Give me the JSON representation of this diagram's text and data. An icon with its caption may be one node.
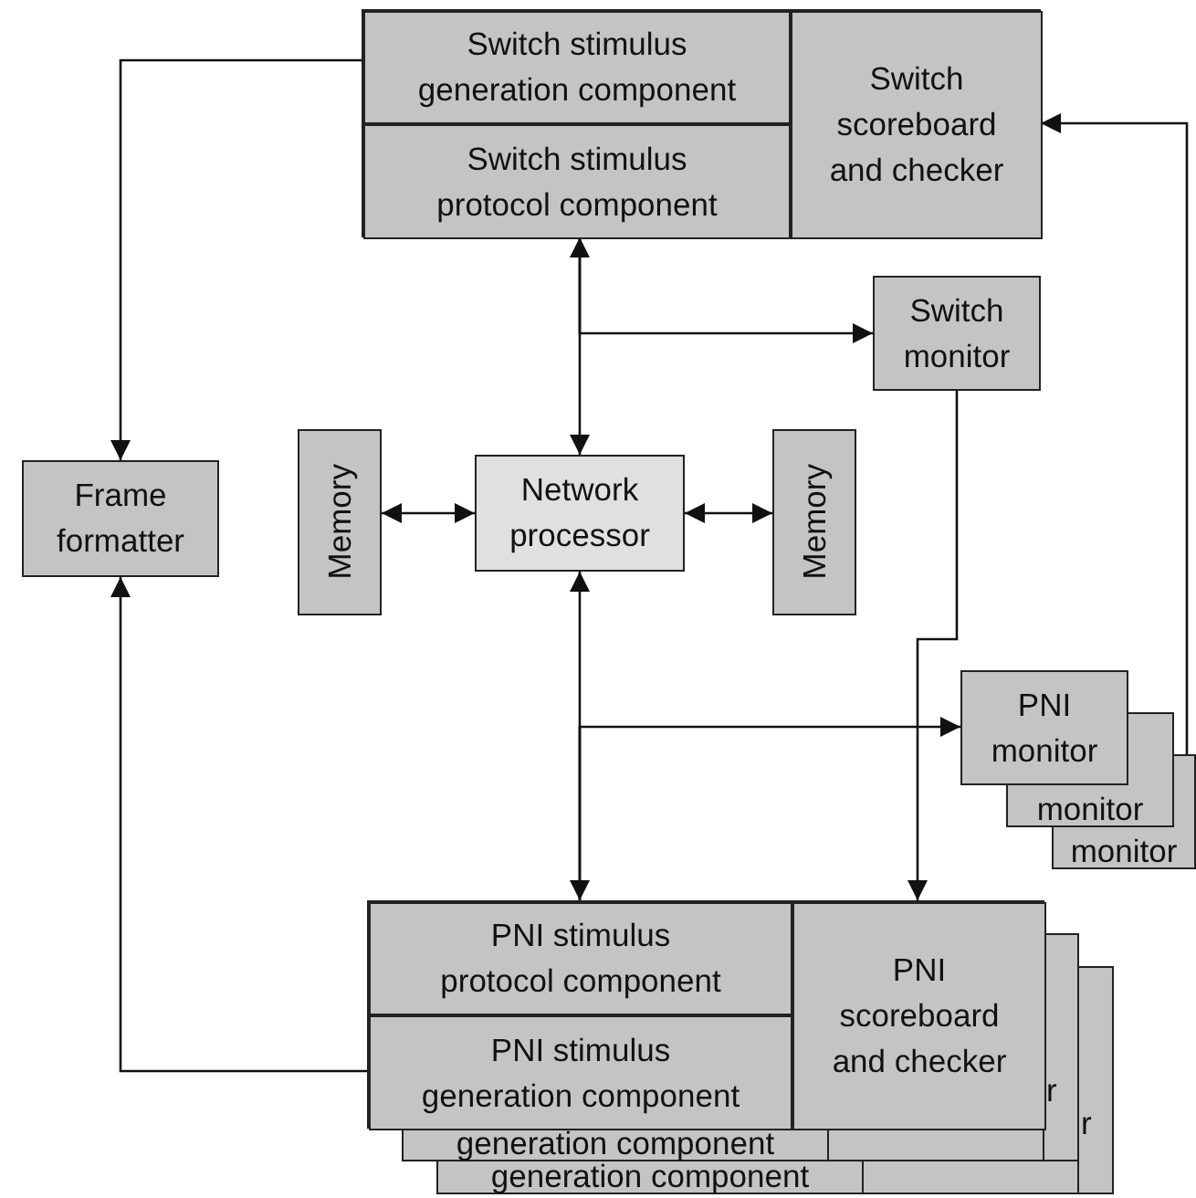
{
  "diagram": {
    "nodes": [
      {
        "text": [],
        "shape": "box"
      },
      {
        "text": [
          "Switch stimulus generation component"
        ],
        "in": 0
      },
      {
        "text": [
          "Switch stimulus protocol component"
        ],
        "in": 0
      },
      {
        "text": [
          "Switch scoreboard and checker"
        ],
        "in": 0
      },
      {
        "text": [
          "Switch monitor"
        ]
      },
      {
        "text": [
          "Frame formatter"
        ]
      },
      {
        "text": [
          "Memory"
        ]
      },
      {
        "text": [
          "Network processor"
        ]
      },
      {
        "text": [
          "Memory"
        ]
      },
      {
        "text": [
          "PNI monitor"
        ]
      },
      {
        "text": [
          "monitor"
        ]
      },
      {
        "text": [
          "monitor"
        ]
      },
      {
        "text": [],
        "shape": "box"
      },
      {
        "text": [
          "PNI stimulus protocol component"
        ],
        "in": 12
      },
      {
        "text": [
          "PNI stimulus generation component"
        ],
        "in": 12
      },
      {
        "text": [
          "PNI scoreboard and checker"
        ],
        "in": 12
      },
      {
        "text": [
          "generation component"
        ]
      },
      {
        "text": [
          "r"
        ]
      },
      {
        "text": [
          "generation component"
        ]
      },
      {
        "text": [
          "r"
        ]
      }
    ],
    "edges": [
      {
        "from": 1,
        "to": 5,
        "arrow": "to"
      },
      {
        "from": 2,
        "to": 7,
        "arrow": "both"
      },
      {
        "from": 2,
        "to": 4,
        "arrow": "to"
      },
      {
        "from": 6,
        "to": 7,
        "arrow": "both"
      },
      {
        "from": 7,
        "to": 8,
        "arrow": "both"
      },
      {
        "from": 14,
        "to": 5,
        "arrow": "to"
      },
      {
        "from": 7,
        "to": 13,
        "arrow": "both"
      },
      {
        "from": 13,
        "to": 9,
        "arrow": "to"
      },
      {
        "from": 4,
        "to": 15,
        "arrow": "to"
      },
      {
        "from": 11,
        "to": 3,
        "arrow": "to"
      }
    ]
  }
}
